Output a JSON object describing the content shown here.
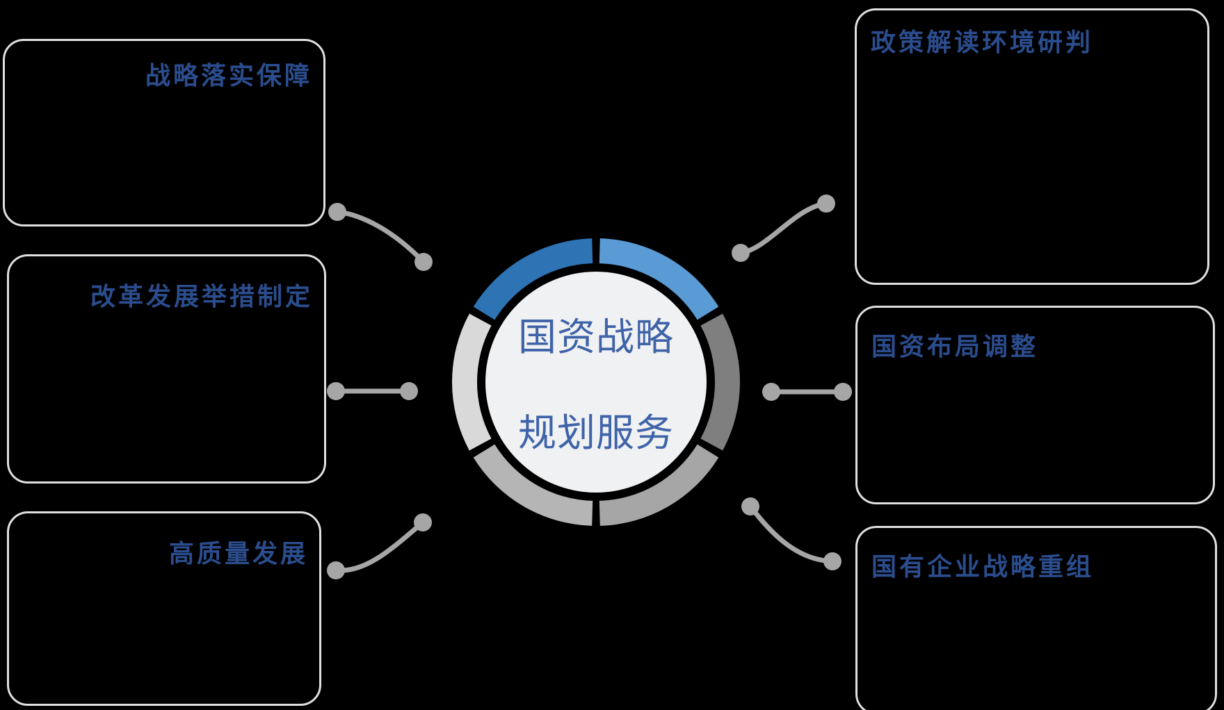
{
  "center": {
    "line1": "国资战略",
    "line2": "规划服务"
  },
  "boxes": [
    {
      "id": "strategy-implementation-guarantee",
      "title": "战略落实保障",
      "side": "left"
    },
    {
      "id": "reform-development-measures",
      "title": "改革发展举措制定",
      "side": "left"
    },
    {
      "id": "high-quality-development",
      "title": "高质量发展",
      "side": "left"
    },
    {
      "id": "policy-interpretation-environment-analysis",
      "title": "政策解读环境研判",
      "side": "right"
    },
    {
      "id": "state-assets-layout-adjustment",
      "title": "国资布局调整",
      "side": "right"
    },
    {
      "id": "soe-strategic-restructuring",
      "title": "国有企业战略重组",
      "side": "right"
    }
  ],
  "colors": {
    "background": "#000000",
    "ring_segments": [
      "#5b9bd5",
      "#7f7f7f",
      "#a6a6a6",
      "#b5b5b5",
      "#d9d9d9",
      "#2e74b5"
    ],
    "inner_circle": "#f0f1f3",
    "center_text": "#3e63a8",
    "box_title": "#2b4d8e",
    "box_border": "#e0e0e0",
    "connector": "#a6a6a6"
  }
}
